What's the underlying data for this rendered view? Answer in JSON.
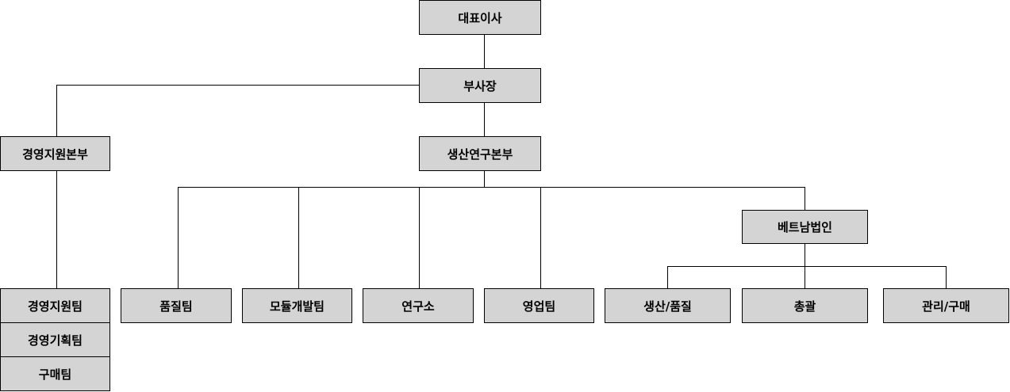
{
  "org": {
    "ceo": "대표이사",
    "vp": "부사장",
    "mgmt_hq": "경영지원본부",
    "prod_hq": "생산연구본부",
    "vietnam": "베트남법인",
    "mgmt_teams": [
      "경영지원팀",
      "경영기획팀",
      "구매팀"
    ],
    "prod_teams": [
      "품질팀",
      "모듈개발팀",
      "연구소",
      "영업팀"
    ],
    "vietnam_teams": [
      "생산/품질",
      "총괄",
      "관리/구매"
    ]
  }
}
